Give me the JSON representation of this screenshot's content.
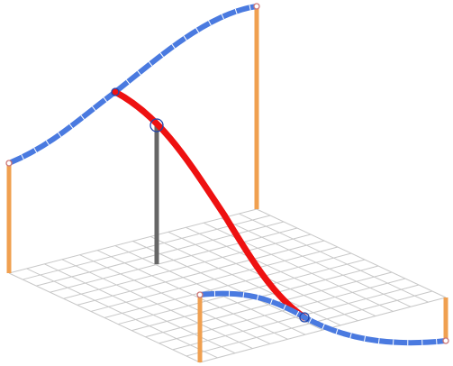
{
  "scene": {
    "kind": "3d-curve-diagram",
    "grid": {
      "rows": 14,
      "cols": 14
    },
    "colors": {
      "background": "#ffffff",
      "grid": "#c8c8c8",
      "support_post": "#f0a050",
      "center_post": "#666666",
      "blue_curve": "#4a7ae0",
      "blue_tick": "#ffffff",
      "red_curve": "#ee1111",
      "handle": "#2244aa",
      "endpoint": "#cc7777"
    },
    "elements": {
      "upper_blue_curve": "blue",
      "lower_blue_curve": "blue",
      "red_connecting_curve": "red",
      "posts": [
        "left-post",
        "back-right-post",
        "front-left-post",
        "front-right-post"
      ],
      "center_post": "gray",
      "handles": [
        "handle-upper-junction",
        "handle-upper-control",
        "handle-lower-junction"
      ],
      "endpoints": [
        "endpoint-left",
        "endpoint-back-right",
        "endpoint-front-left",
        "endpoint-front-right"
      ]
    }
  }
}
